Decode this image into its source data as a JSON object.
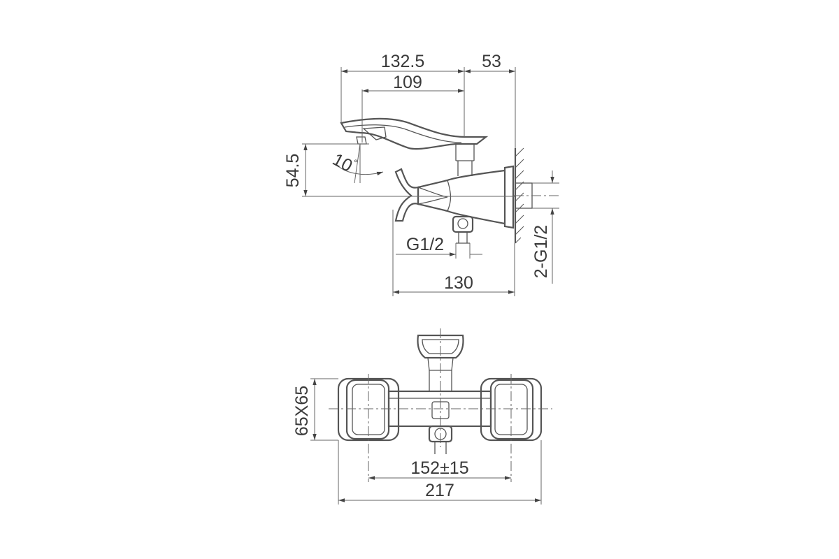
{
  "side_view": {
    "dim_top_left": "132.5",
    "dim_top_right": "53",
    "dim_spout": "109",
    "dim_height": "54.5",
    "dim_angle": "10",
    "dim_angle_unit": "°",
    "dim_outlet_thread": "G1/2",
    "dim_depth": "130",
    "dim_inlet_thread": "2-G1/2"
  },
  "bottom_view": {
    "dim_square": "65X65",
    "dim_centers": "152±15",
    "dim_width": "217"
  }
}
